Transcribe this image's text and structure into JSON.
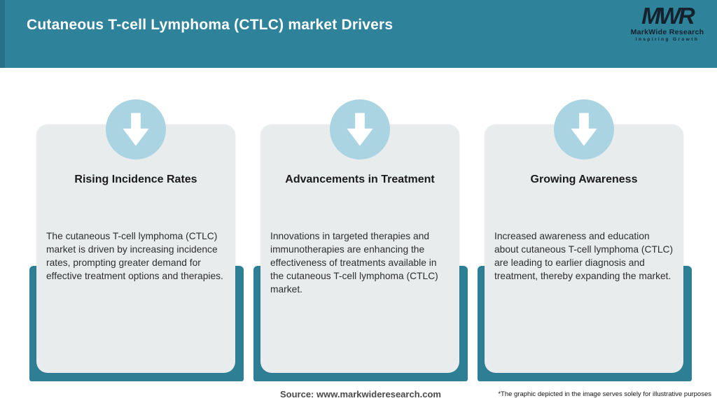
{
  "header": {
    "title": "Cutaneous T-cell Lymphoma (CTLC) market Drivers",
    "logo": {
      "acronym": "MWR",
      "name": "MarkWide Research",
      "tagline": "Inspiring Growth"
    }
  },
  "cards": [
    {
      "icon": "down-arrow",
      "title": "Rising Incidence Rates",
      "body": "The cutaneous T-cell lymphoma (CTLC) market is driven by increasing incidence rates, prompting greater demand for effective treatment options and therapies."
    },
    {
      "icon": "down-arrow",
      "title": "Advancements in Treatment",
      "body": "Innovations in targeted therapies and immunotherapies are enhancing the effectiveness of treatments available in the cutaneous T-cell lymphoma (CTLC) market."
    },
    {
      "icon": "down-arrow",
      "title": "Growing Awareness",
      "body": "Increased awareness and education about cutaneous T-cell lymphoma (CTLC) are leading to earlier diagnosis and treatment, thereby expanding the market."
    }
  ],
  "footer": {
    "source": "Source: www.markwideresearch.com",
    "disclaimer": "*The graphic depicted in the image serves solely for illustrative purposes"
  },
  "colors": {
    "header_bg": "#2E8299",
    "header_accent": "#26718A",
    "frame": "#2E7E95",
    "card_bg": "#E9ECED",
    "circle": "#ABD4E3",
    "logo_color": "#15222E"
  }
}
